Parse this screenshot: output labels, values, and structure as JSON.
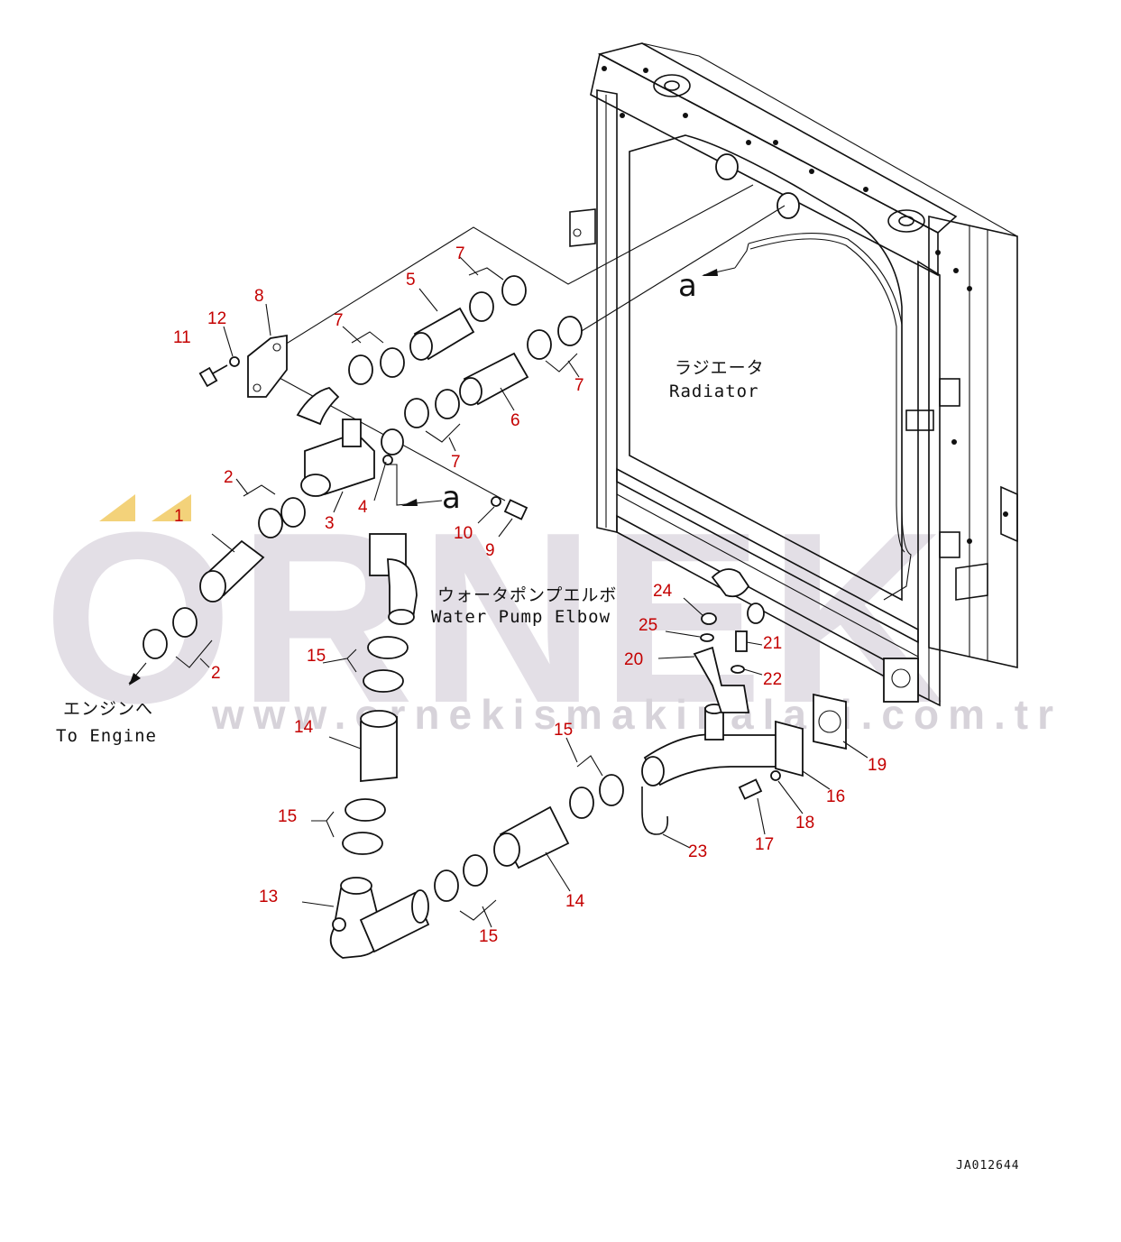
{
  "watermark": {
    "brand": "ORNEK",
    "url": "www.ornekismakinalari.com.tr",
    "accent_color": "#f3d27a",
    "text_color": "#e3dfe6"
  },
  "captions": {
    "radiator_jp": "ラジエータ",
    "radiator_en": "Radiator",
    "water_pump_jp": "ウォータポンプエルボ",
    "water_pump_en": "Water Pump Elbow",
    "engine_jp": "エンジンへ",
    "engine_en": "To Engine",
    "view_marker": "a",
    "drawing_code": "JA012644"
  },
  "label_color": "#c40000",
  "part_labels": [
    {
      "id": "l1",
      "text": "1"
    },
    {
      "id": "l2a",
      "text": "2"
    },
    {
      "id": "l2b",
      "text": "2"
    },
    {
      "id": "l3",
      "text": "3"
    },
    {
      "id": "l4",
      "text": "4"
    },
    {
      "id": "l5",
      "text": "5"
    },
    {
      "id": "l6",
      "text": "6"
    },
    {
      "id": "l7a",
      "text": "7"
    },
    {
      "id": "l7b",
      "text": "7"
    },
    {
      "id": "l7c",
      "text": "7"
    },
    {
      "id": "l7d",
      "text": "7"
    },
    {
      "id": "l8",
      "text": "8"
    },
    {
      "id": "l9",
      "text": "9"
    },
    {
      "id": "l10",
      "text": "10"
    },
    {
      "id": "l11",
      "text": "11"
    },
    {
      "id": "l12",
      "text": "12"
    },
    {
      "id": "l13",
      "text": "13"
    },
    {
      "id": "l14a",
      "text": "14"
    },
    {
      "id": "l14b",
      "text": "14"
    },
    {
      "id": "l15a",
      "text": "15"
    },
    {
      "id": "l15b",
      "text": "15"
    },
    {
      "id": "l15c",
      "text": "15"
    },
    {
      "id": "l15d",
      "text": "15"
    },
    {
      "id": "l16",
      "text": "16"
    },
    {
      "id": "l17",
      "text": "17"
    },
    {
      "id": "l18",
      "text": "18"
    },
    {
      "id": "l19",
      "text": "19"
    },
    {
      "id": "l20",
      "text": "20"
    },
    {
      "id": "l21",
      "text": "21"
    },
    {
      "id": "l22",
      "text": "22"
    },
    {
      "id": "l23",
      "text": "23"
    },
    {
      "id": "l24",
      "text": "24"
    },
    {
      "id": "l25",
      "text": "25"
    }
  ]
}
